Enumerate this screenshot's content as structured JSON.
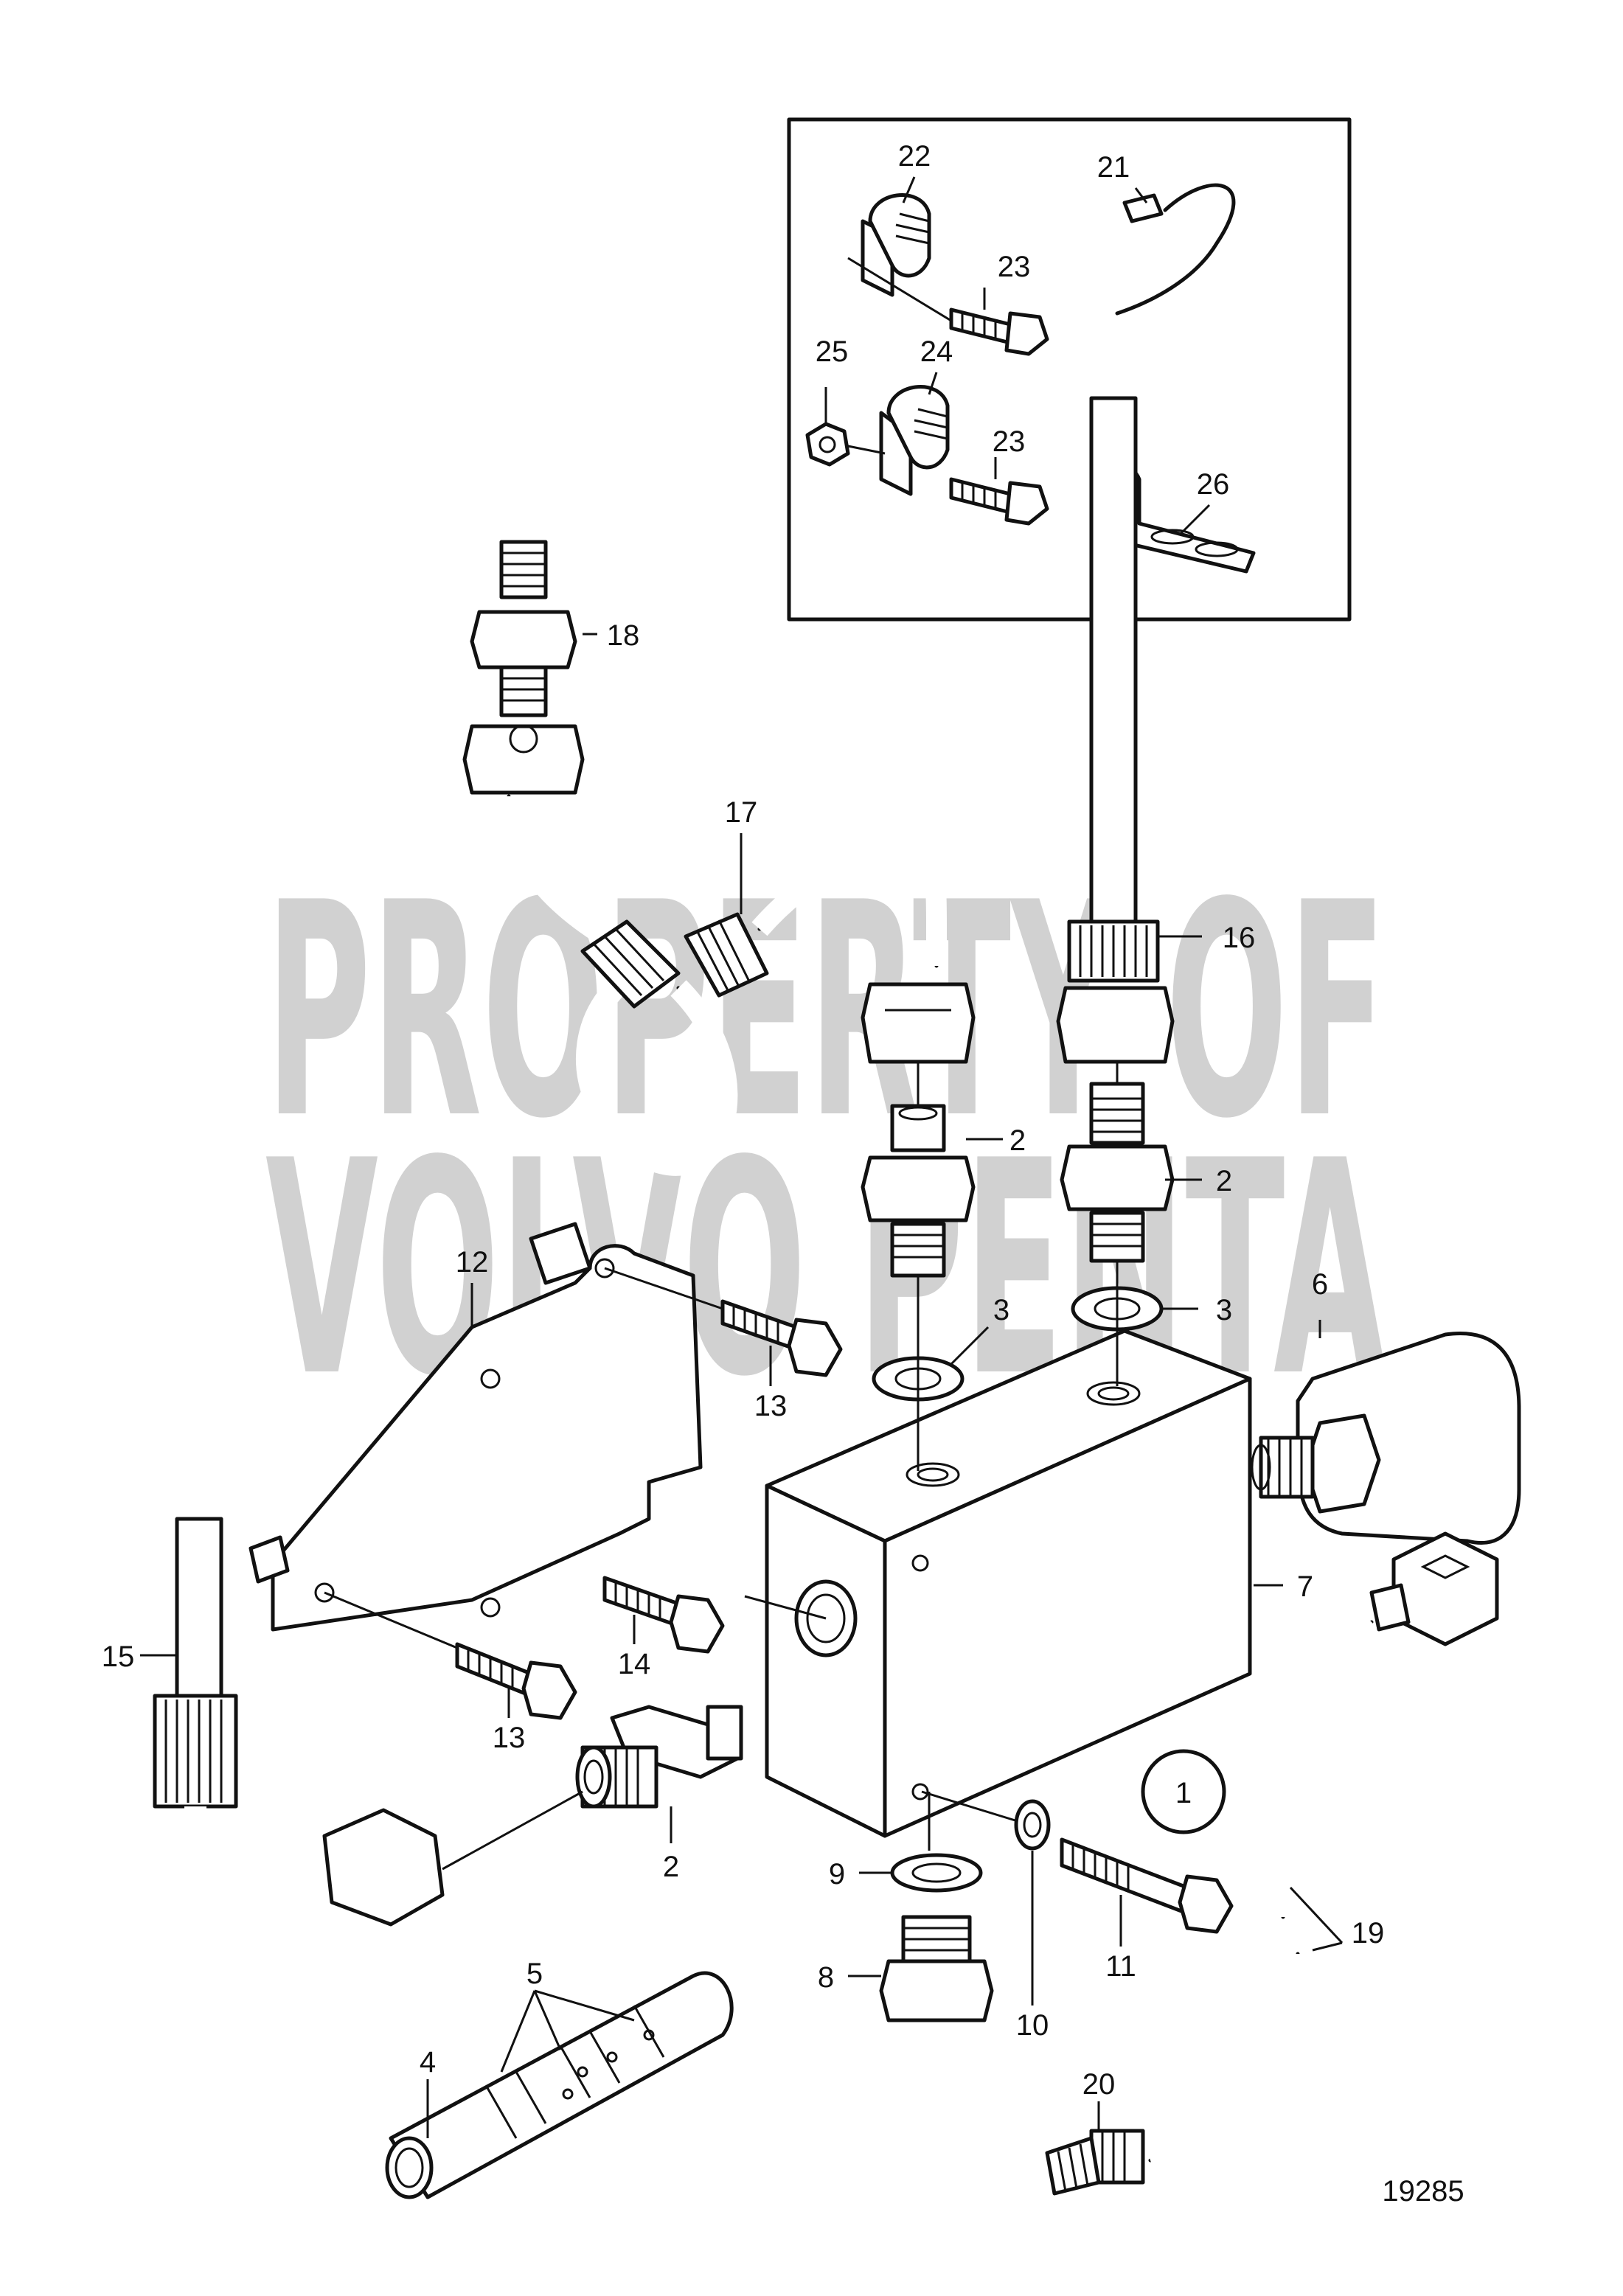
{
  "watermark": {
    "line1": "PROPERTY OF",
    "line2": "VOLVO PENTA"
  },
  "drawing_number": "19285",
  "group_marker": "1",
  "callouts": {
    "c2a": "2",
    "c2b": "2",
    "c2c": "2",
    "c3a": "3",
    "c3b": "3",
    "c4": "4",
    "c5": "5",
    "c6": "6",
    "c7": "7",
    "c8": "8",
    "c9": "9",
    "c10": "10",
    "c11": "11",
    "c12": "12",
    "c13a": "13",
    "c13b": "13",
    "c14": "14",
    "c15": "15",
    "c16": "16",
    "c17": "17",
    "c18": "18",
    "c19": "19",
    "c20": "20",
    "c21": "21",
    "c22": "22",
    "c23a": "23",
    "c23b": "23",
    "c24": "24",
    "c25": "25",
    "c26": "26"
  }
}
